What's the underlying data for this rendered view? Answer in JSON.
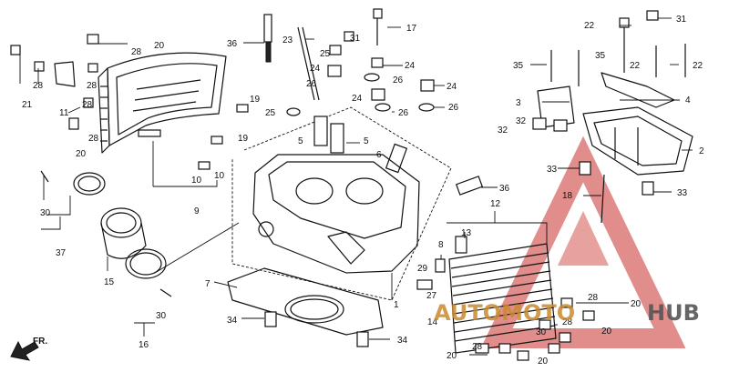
{
  "diagram": {
    "labels": [
      "1",
      "2",
      "3",
      "4",
      "5",
      "5",
      "6",
      "7",
      "8",
      "9",
      "10",
      "10",
      "11",
      "12",
      "13",
      "14",
      "15",
      "16",
      "17",
      "18",
      "19",
      "19",
      "20",
      "20",
      "20",
      "20",
      "20",
      "20",
      "21",
      "22",
      "22",
      "22",
      "23",
      "24",
      "24",
      "24",
      "24",
      "25",
      "25",
      "26",
      "26",
      "26",
      "26",
      "27",
      "28",
      "28",
      "28",
      "28",
      "28",
      "28",
      "28",
      "28",
      "29",
      "30",
      "30",
      "30",
      "31",
      "31",
      "32",
      "32",
      "33",
      "33",
      "34",
      "34",
      "35",
      "35",
      "36",
      "36",
      "37"
    ],
    "direction_label": "FR.",
    "colors": {
      "ink": "#111111",
      "watermark_red": "#c9302c",
      "watermark_gold": "#c98a2e",
      "watermark_gray": "#555555"
    }
  },
  "watermark": {
    "text_a": "AUTOMOTO",
    "text_b": "HUB"
  }
}
